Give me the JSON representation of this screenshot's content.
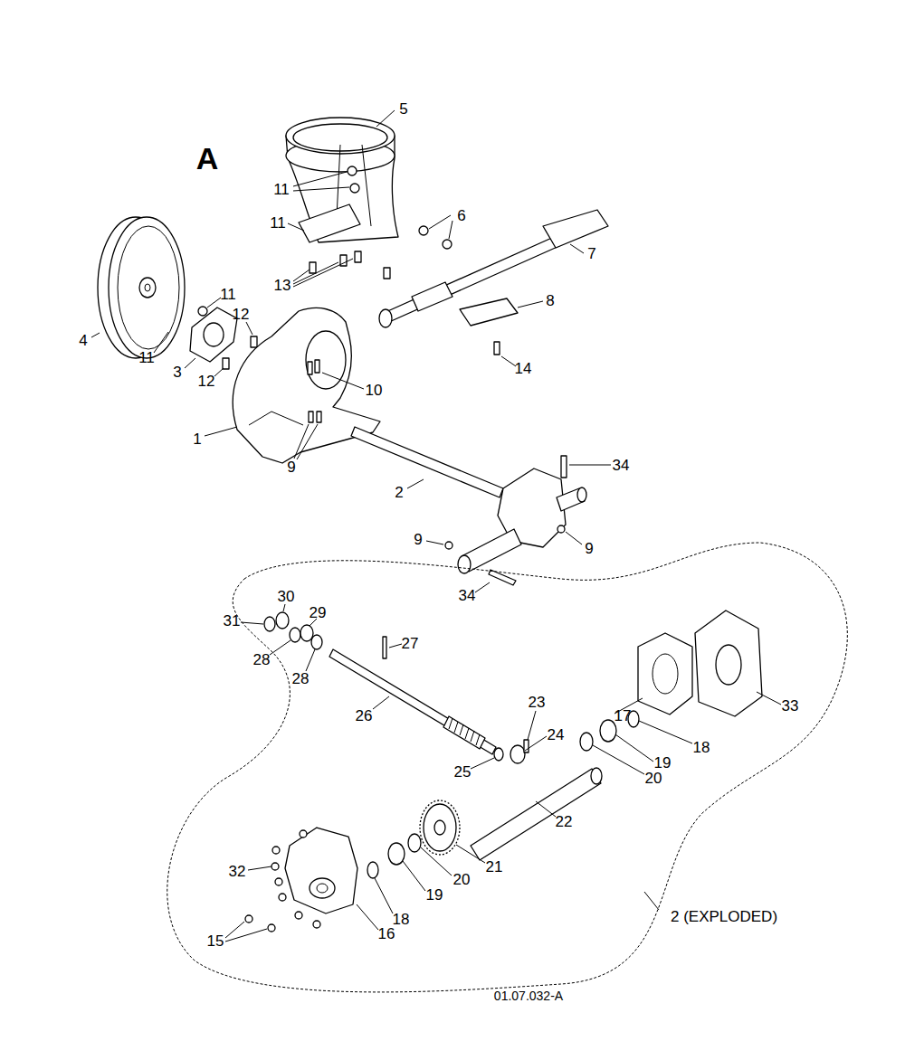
{
  "diagram": {
    "labels": [
      "A",
      "5",
      "11",
      "6",
      "11",
      "7",
      "13",
      "11",
      "12",
      "8",
      "4",
      "11",
      "3",
      "12",
      "10",
      "14",
      "1",
      "9",
      "34",
      "2",
      "9",
      "9",
      "34",
      "30",
      "31",
      "29",
      "28",
      "28",
      "27",
      "26",
      "23",
      "17",
      "33",
      "18",
      "24",
      "25",
      "19",
      "20",
      "22",
      "21",
      "32",
      "20",
      "19",
      "18",
      "15",
      "16",
      "2 (EXPLODED)",
      "01.07.032-A"
    ]
  }
}
